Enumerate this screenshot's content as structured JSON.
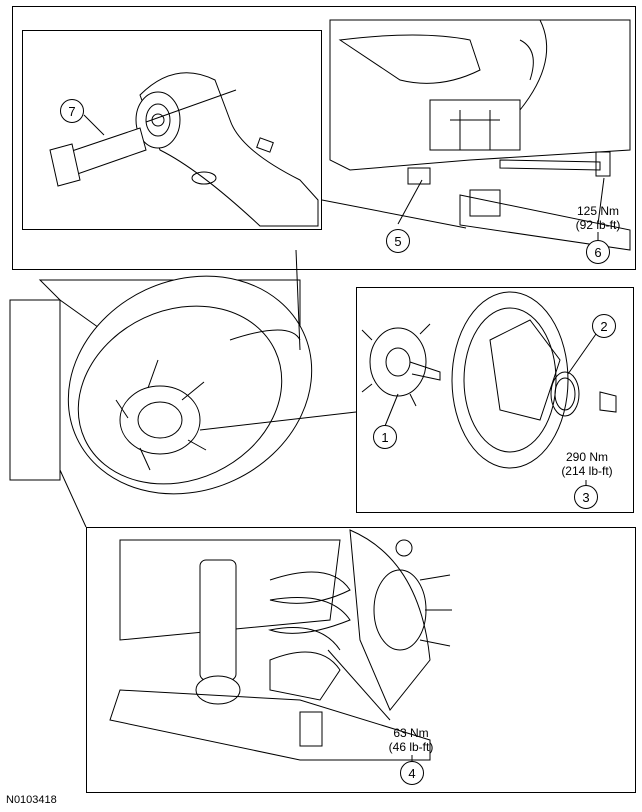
{
  "figure_id": "N0103418",
  "callouts": {
    "c1": "1",
    "c2": "2",
    "c3": "3",
    "c4": "4",
    "c5": "5",
    "c6": "6",
    "c7": "7"
  },
  "torques": {
    "t3_nm": "290 Nm",
    "t3_lbft": "(214 lb-ft)",
    "t4_nm": "63 Nm",
    "t4_lbft": "(46 lb-ft)",
    "t6_nm": "125 Nm",
    "t6_lbft": "(92 lb-ft)"
  }
}
